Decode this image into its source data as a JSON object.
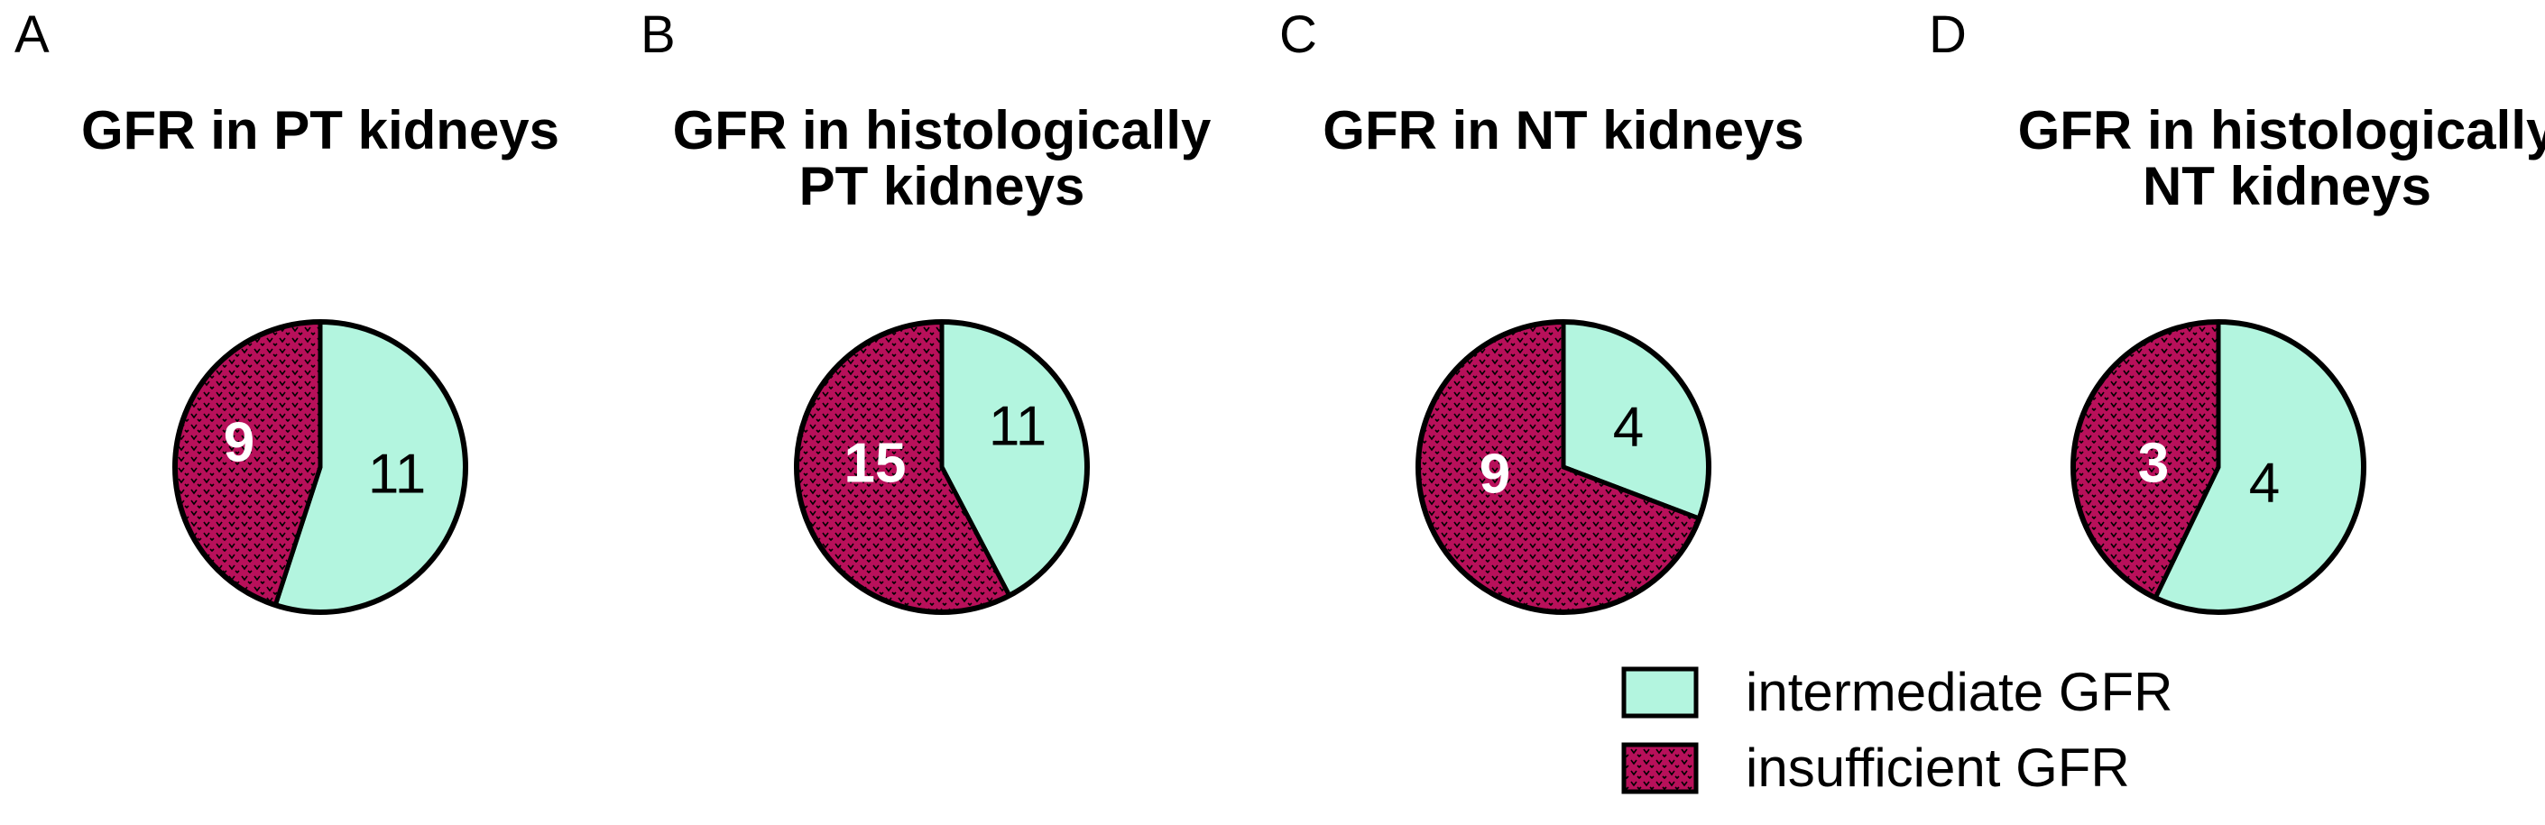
{
  "colors": {
    "intermediate": "#b3f5df",
    "insufficient": "#b8105a",
    "outline": "#000000",
    "pattern": "#000000"
  },
  "legend": {
    "items": [
      {
        "key": "intermediate",
        "label": "intermediate GFR"
      },
      {
        "key": "insufficient",
        "label": "insufficient GFR"
      }
    ]
  },
  "chart_data": [
    {
      "type": "pie",
      "panel": "A",
      "title": [
        "GFR in PT kidneys"
      ],
      "slices": [
        {
          "key": "intermediate",
          "label": "intermediate GFR",
          "value": 11
        },
        {
          "key": "insufficient",
          "label": "insufficient GFR",
          "value": 9
        }
      ]
    },
    {
      "type": "pie",
      "panel": "B",
      "title": [
        "GFR in histologically",
        "PT kidneys"
      ],
      "slices": [
        {
          "key": "intermediate",
          "label": "intermediate GFR",
          "value": 11
        },
        {
          "key": "insufficient",
          "label": "insufficient GFR",
          "value": 15
        }
      ]
    },
    {
      "type": "pie",
      "panel": "C",
      "title": [
        "GFR in NT kidneys"
      ],
      "slices": [
        {
          "key": "intermediate",
          "label": "intermediate GFR",
          "value": 4
        },
        {
          "key": "insufficient",
          "label": "insufficient GFR",
          "value": 9
        }
      ]
    },
    {
      "type": "pie",
      "panel": "D",
      "title": [
        "GFR in histologically",
        "NT kidneys"
      ],
      "slices": [
        {
          "key": "intermediate",
          "label": "intermediate GFR",
          "value": 4
        },
        {
          "key": "insufficient",
          "label": "insufficient GFR",
          "value": 3
        }
      ]
    }
  ]
}
